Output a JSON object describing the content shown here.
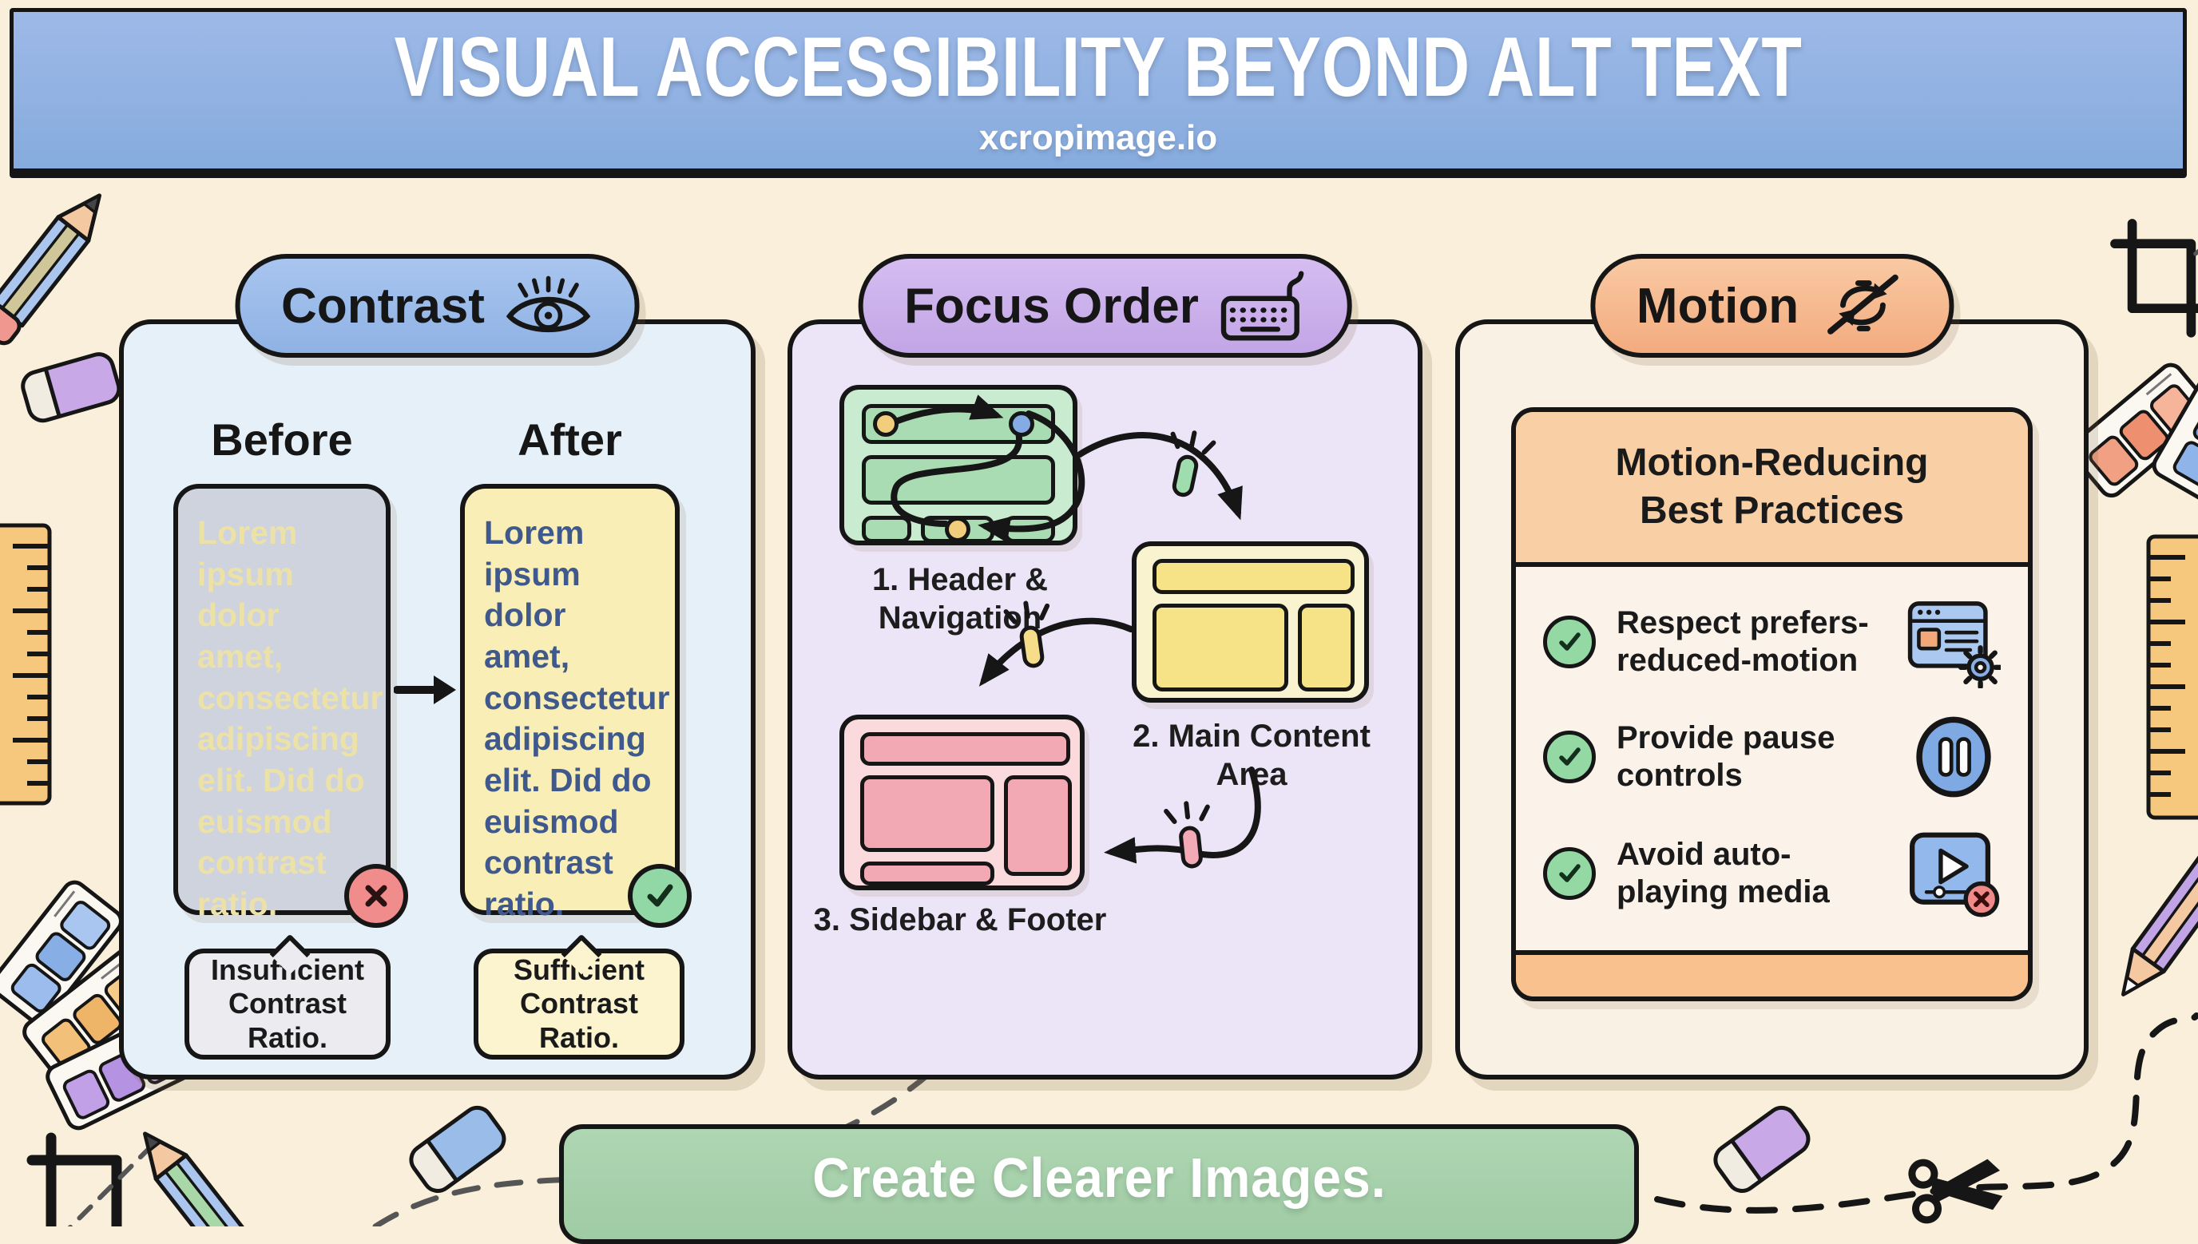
{
  "header": {
    "title": "VISUAL ACCESSIBILITY BEYOND ALT TEXT",
    "subtitle": "xcropimage.io"
  },
  "contrast": {
    "title": "Contrast",
    "icon": "eye-icon",
    "before_label": "Before",
    "after_label": "After",
    "sample_text": "Lorem\nipsum\ndolor amet,\nconsectetur\nadipiscing\nelit. Did do\neuismod\ncontrast\nratio.",
    "before_caption": "Insufficient\nContrast Ratio.",
    "after_caption": "Sufficient\nContrast Ratio.",
    "before_badge_icon": "x-mark-icon",
    "after_badge_icon": "check-mark-icon",
    "colors": {
      "before_bg": "#ced3de",
      "before_text": "#ece1a7",
      "after_bg": "#f8eeb6",
      "after_text": "#40598c",
      "error_red": "#f18c8c",
      "success_green": "#92d8a6"
    }
  },
  "focus_order": {
    "title": "Focus Order",
    "icon": "keyboard-icon",
    "steps": [
      {
        "label": "1. Header &\nNavigation"
      },
      {
        "label": "2. Main Content\nArea"
      },
      {
        "label": "3. Sidebar & Footer"
      }
    ]
  },
  "motion": {
    "title": "Motion",
    "icon": "motion-off-icon",
    "card_title": "Motion-Reducing\nBest Practices",
    "items": [
      {
        "label": "Respect prefers-\nreduced-motion",
        "icon": "browser-settings-icon"
      },
      {
        "label": "Provide pause\ncontrols",
        "icon": "pause-icon"
      },
      {
        "label": "Avoid auto-\nplaying media",
        "icon": "no-autoplay-icon"
      }
    ]
  },
  "footer": {
    "cta": "Create Clearer Images."
  },
  "colors": {
    "page_bg": "#f9efdb",
    "header_blue": "#8db0e2",
    "contrast_accent": "#95b8e8",
    "focus_accent": "#c9aeea",
    "motion_accent": "#f5b58c",
    "cta_green": "#a7d1ab"
  },
  "decorations": [
    "pencil-icon",
    "eraser-icon",
    "ruler-icon",
    "color-swatches-icon",
    "crop-icon",
    "scissors-icon",
    "dashed-path"
  ]
}
